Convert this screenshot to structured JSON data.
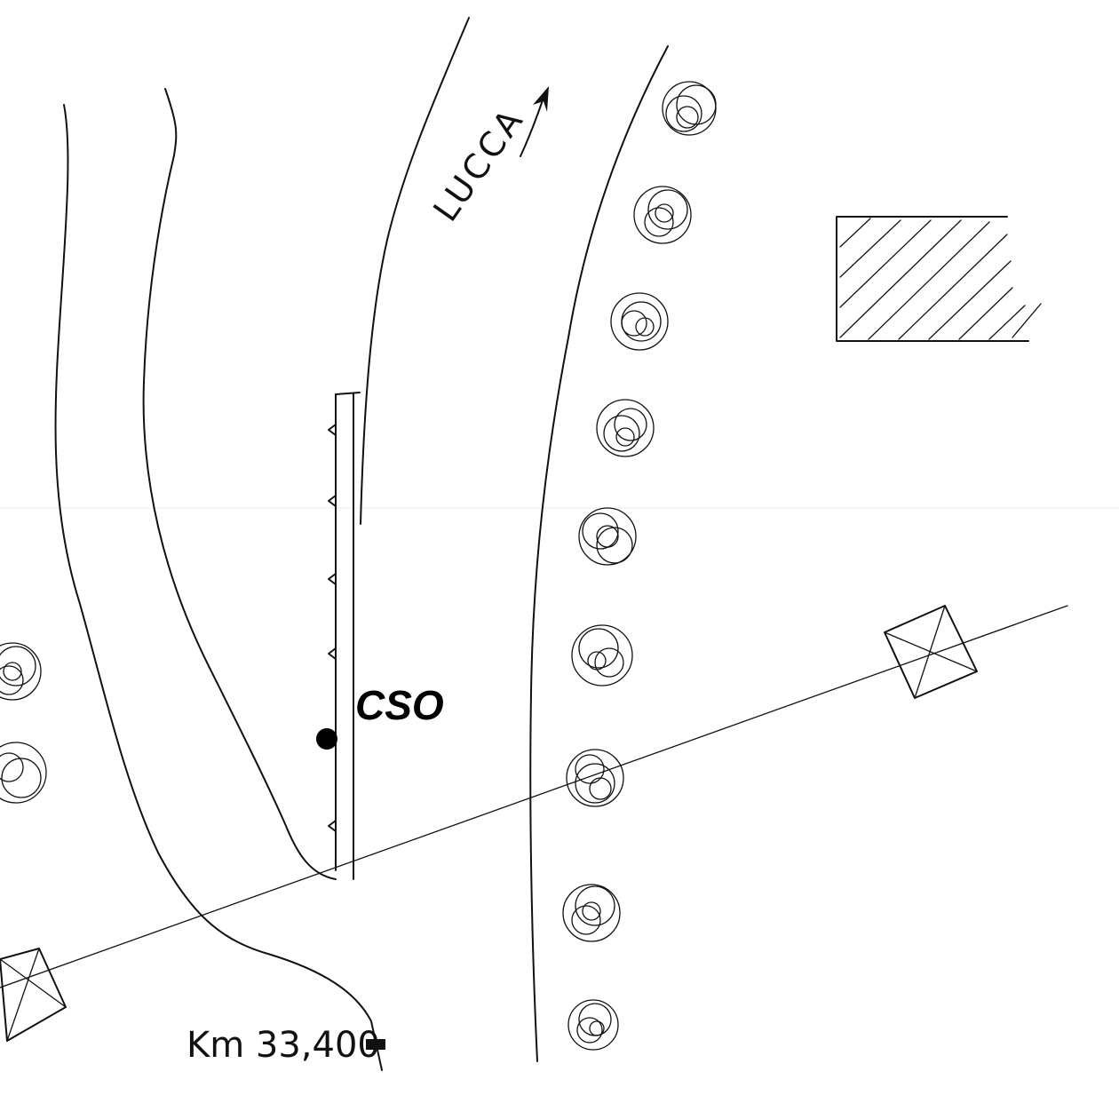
{
  "map": {
    "direction_label": "LUCCA",
    "marker_label": "CSO",
    "km_label": "Km 33,400",
    "tree_count_right": 9,
    "tree_count_left": 2,
    "icons": {
      "direction": "arrow-icon",
      "building": "hatched-building-icon",
      "pylon": "pylon-icon",
      "tree": "tree-icon",
      "marker": "marker-dot-icon",
      "km_post": "km-post-icon"
    },
    "colors": {
      "ink": "#111111",
      "paper": "#ffffff"
    }
  }
}
